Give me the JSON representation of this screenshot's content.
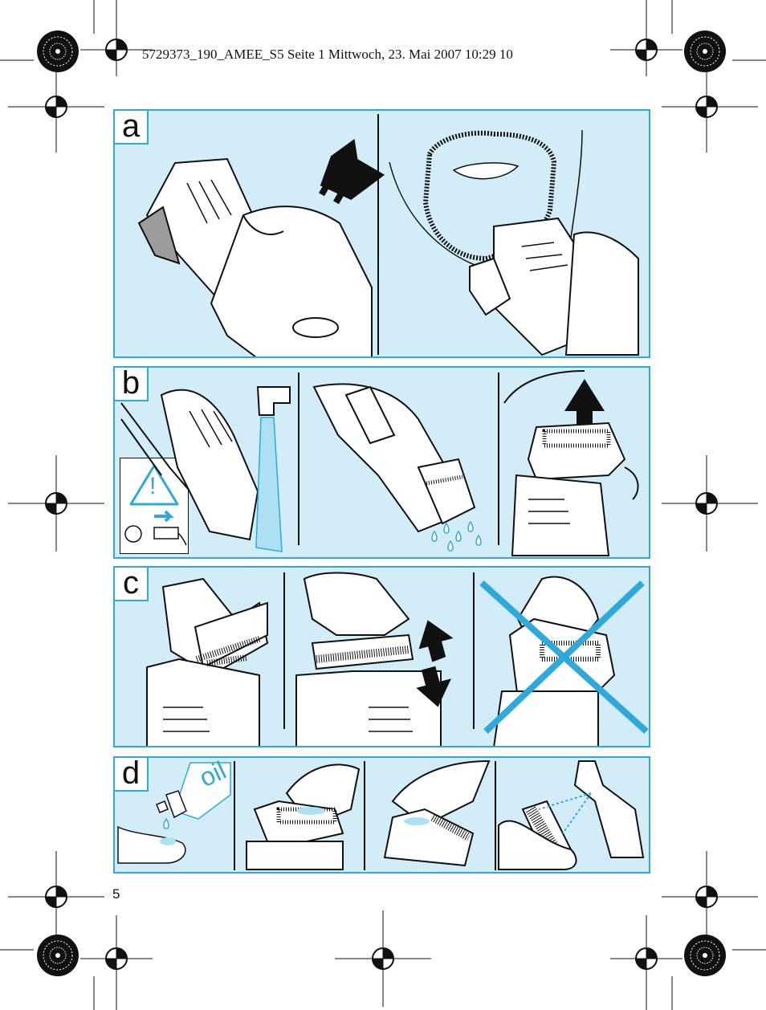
{
  "header": {
    "job_line": "5729373_190_AMEE_S5  Seite 1  Mittwoch, 23. Mai 2007  10:29 10"
  },
  "panels": [
    {
      "label": "a"
    },
    {
      "label": "b",
      "warning_symbol": "!"
    },
    {
      "label": "c"
    },
    {
      "label": "d",
      "oil_text": "oil"
    }
  ],
  "page_number": "5",
  "colors": {
    "accent": "#2fa9dc",
    "panel_fill": "#d3edf8",
    "water": "#2fa9dc"
  },
  "icons": [
    "registration-mark",
    "star-target",
    "hand",
    "shaver",
    "arrow",
    "warning-triangle",
    "water-drop",
    "cross-mark",
    "oil-bottle"
  ]
}
